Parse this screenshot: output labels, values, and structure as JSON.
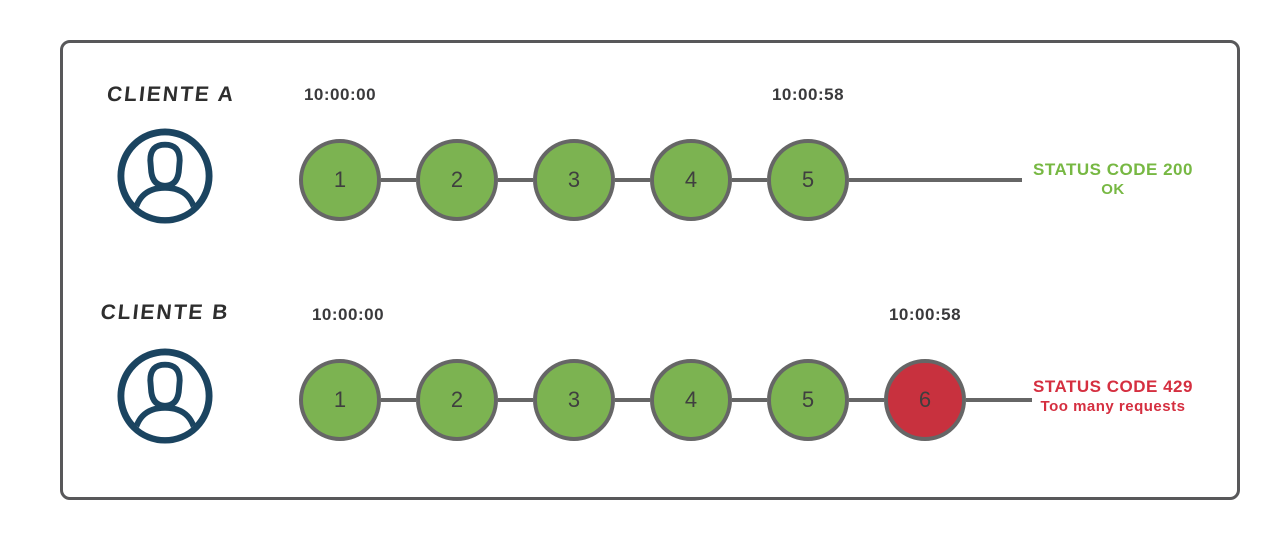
{
  "diagram": {
    "title_hint": "rate limiting example",
    "rows": [
      {
        "id": "cliente-a",
        "client_label": "CLIENTE A",
        "start_time": "10:00:00",
        "end_time": "10:00:58",
        "requests": [
          {
            "label": "1",
            "status": "ok"
          },
          {
            "label": "2",
            "status": "ok"
          },
          {
            "label": "3",
            "status": "ok"
          },
          {
            "label": "4",
            "status": "ok"
          },
          {
            "label": "5",
            "status": "ok"
          }
        ],
        "result": {
          "line1": "STATUS CODE 200",
          "line2": "OK"
        }
      },
      {
        "id": "cliente-b",
        "client_label": "CLIENTE B",
        "start_time": "10:00:00",
        "end_time": "10:00:58",
        "requests": [
          {
            "label": "1",
            "status": "ok"
          },
          {
            "label": "2",
            "status": "ok"
          },
          {
            "label": "3",
            "status": "ok"
          },
          {
            "label": "4",
            "status": "ok"
          },
          {
            "label": "5",
            "status": "ok"
          },
          {
            "label": "6",
            "status": "limited"
          }
        ],
        "result": {
          "line1": "STATUS CODE 429",
          "line2": "Too many requests"
        }
      }
    ]
  },
  "icons": {
    "user_avatar": "user-avatar-icon"
  },
  "colors": {
    "green_fill": "#7CB351",
    "red_fill": "#C8313E",
    "node_border": "#666666",
    "line_gray": "#666666",
    "ok_text": "#77B843",
    "error_text": "#D52F40",
    "dark_text": "#3A3A3C",
    "avatar_navy": "#1B4460",
    "frame_border": "#58585A"
  }
}
